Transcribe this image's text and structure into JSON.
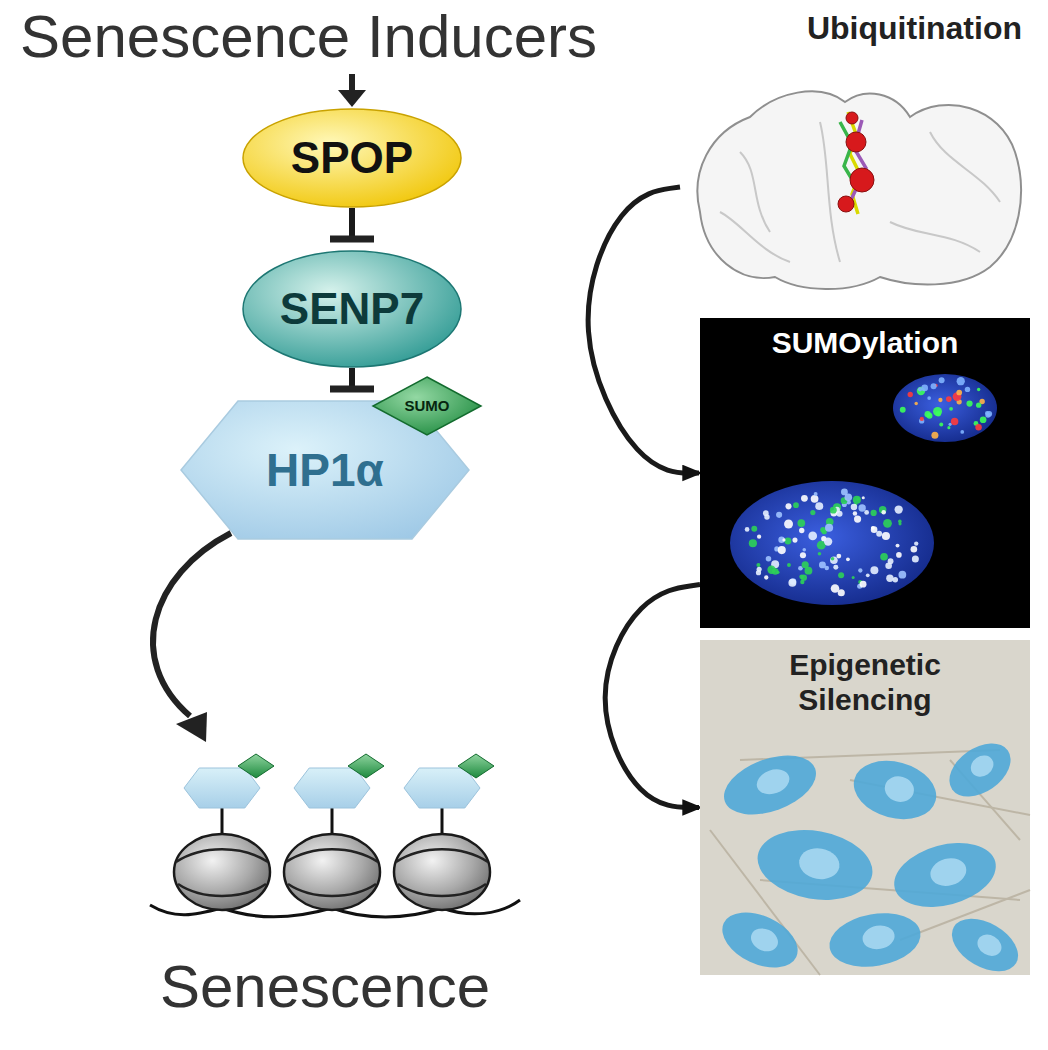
{
  "diagram": {
    "nodes": [
      {
        "text": [
          "SPOP"
        ]
      },
      {
        "text": [
          "SENP7"
        ]
      },
      {
        "text": [
          "HP1α"
        ]
      },
      {
        "text": [
          "SUMO"
        ]
      },
      {
        "text": [
          "Ubiquitination"
        ]
      },
      {
        "text": [
          "SUMOylation"
        ]
      },
      {
        "text": [
          "Epigenetic Silencing"
        ]
      }
    ],
    "edges": [
      {
        "from": 0,
        "to": 1,
        "arrow": "to"
      },
      {
        "from": 1,
        "to": 2,
        "arrow": "to"
      },
      {
        "from": 4,
        "to": 5,
        "arrow": "to"
      },
      {
        "from": 5,
        "to": 6,
        "arrow": "to"
      }
    ],
    "labels": [
      "Senescence Inducers",
      "Senescence"
    ]
  }
}
